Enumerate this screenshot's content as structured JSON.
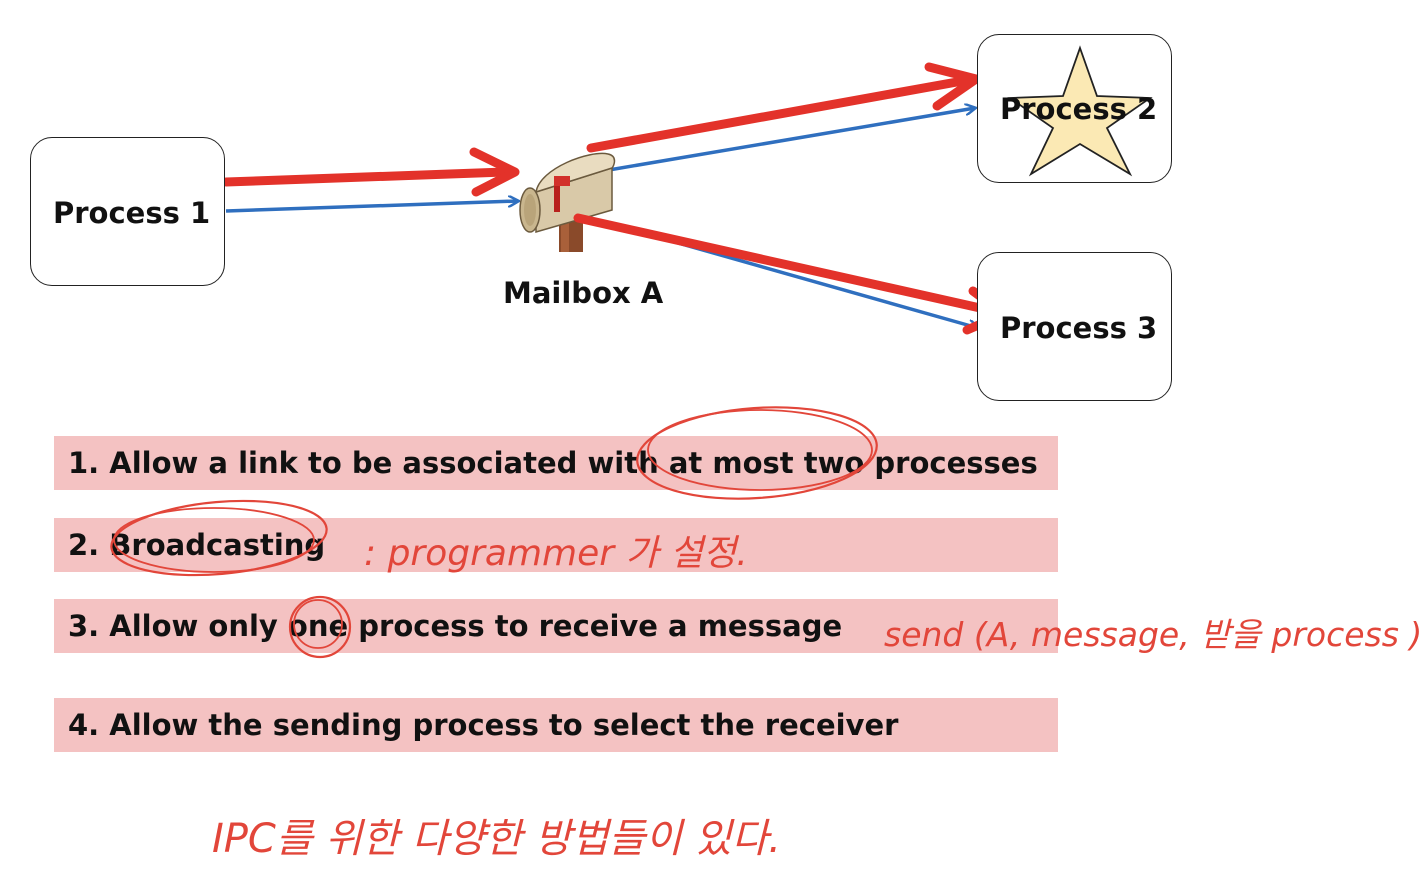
{
  "diagram": {
    "process1": "Process 1",
    "process2": "Process 2",
    "process3": "Process 3",
    "mailbox": "Mailbox A"
  },
  "list": [
    "1. Allow a link to be associated with at most two processes",
    "2. Broadcasting",
    "3. Allow only one process to receive a message",
    "4. Allow the sending process to select the receiver"
  ],
  "annotations": {
    "note_broadcasting": ": programmer 가 설정.",
    "note_send": "send (A, message, 받을 process )",
    "note_bottom": "IPC를 위한 다양한 방법들이 있다."
  },
  "colors": {
    "bar_fill": "#f4c2c2",
    "red_arrow": "#e3322a",
    "blue_arrow": "#2f6fbf",
    "star_fill": "#fbe9b4",
    "handwriting": "#e2463a"
  },
  "icons": [
    "mailbox-icon",
    "star-icon"
  ]
}
